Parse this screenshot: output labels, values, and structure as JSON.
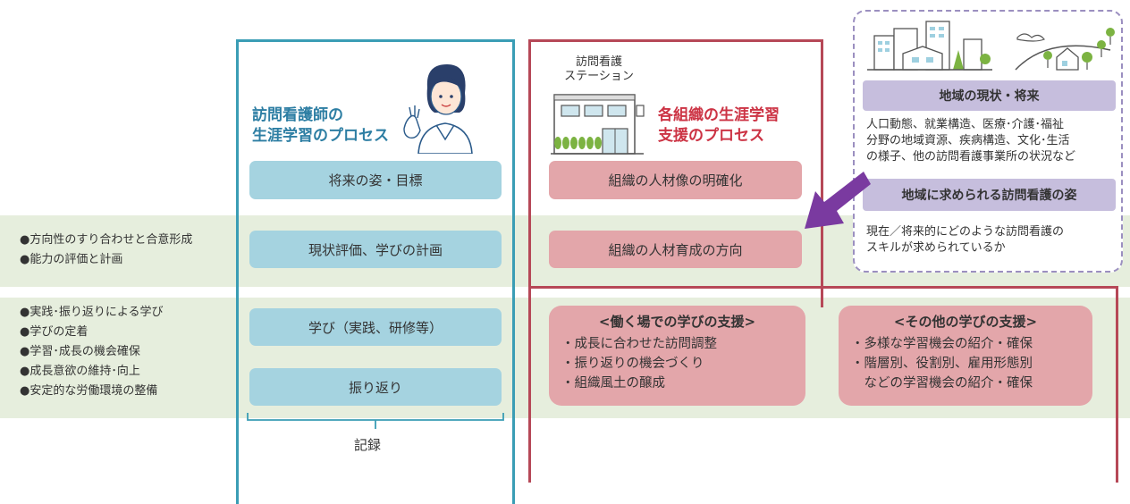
{
  "left_panel": {
    "group1": [
      "●方向性のすり合わせと合意形成",
      "●能力の評価と計画"
    ],
    "group2": [
      "●実践･振り返りによる学び",
      "●学びの定着",
      "●学習･成長の機会確保",
      "●成長意欲の維持･向上",
      "●安定的な労働環境の整備"
    ]
  },
  "nurse_column": {
    "title_line1": "訪問看護師の",
    "title_line2": "生涯学習のプロセス",
    "steps": [
      "将来の姿・目標",
      "現状評価、学びの計画",
      "学び（実践、研修等）",
      "振り返り"
    ],
    "record_label": "記録"
  },
  "org_column": {
    "station_line1": "訪問看護",
    "station_line2": "ステーション",
    "title_line1": "各組織の生涯学習",
    "title_line2": "支援のプロセス",
    "steps": [
      "組織の人材像の明確化",
      "組織の人材育成の方向"
    ],
    "workplace_support": {
      "title": "<働く場での学びの支援>",
      "items": [
        "・成長に合わせた訪問調整",
        "・振り返りの機会づくり",
        "・組織風土の醸成"
      ]
    },
    "other_support": {
      "title": "<その他の学びの支援>",
      "items": [
        "・多様な学習機会の紹介・確保",
        "・階層別、役割別、雇用形態別",
        "　などの学習機会の紹介・確保"
      ]
    }
  },
  "region": {
    "current_future_label": "地域の現状・将来",
    "current_future_text": [
      "人口動態、就業構造、医療･介護･福祉",
      "分野の地域資源、疾病構造、文化･生活",
      "の様子、他の訪問看護事業所の状況など"
    ],
    "required_label": "地域に求められる訪問看護の姿",
    "required_text": [
      "現在／将来的にどのような訪問看護の",
      "スキルが求められているか"
    ]
  },
  "colors": {
    "band": "#e6eedd",
    "blue_border": "#3a9db5",
    "blue_pill": "#a5d3e0",
    "red_border": "#b64857",
    "red_pill": "#e3a6aa",
    "lavender": "#c6bedd",
    "arrow": "#7a3aa0"
  }
}
